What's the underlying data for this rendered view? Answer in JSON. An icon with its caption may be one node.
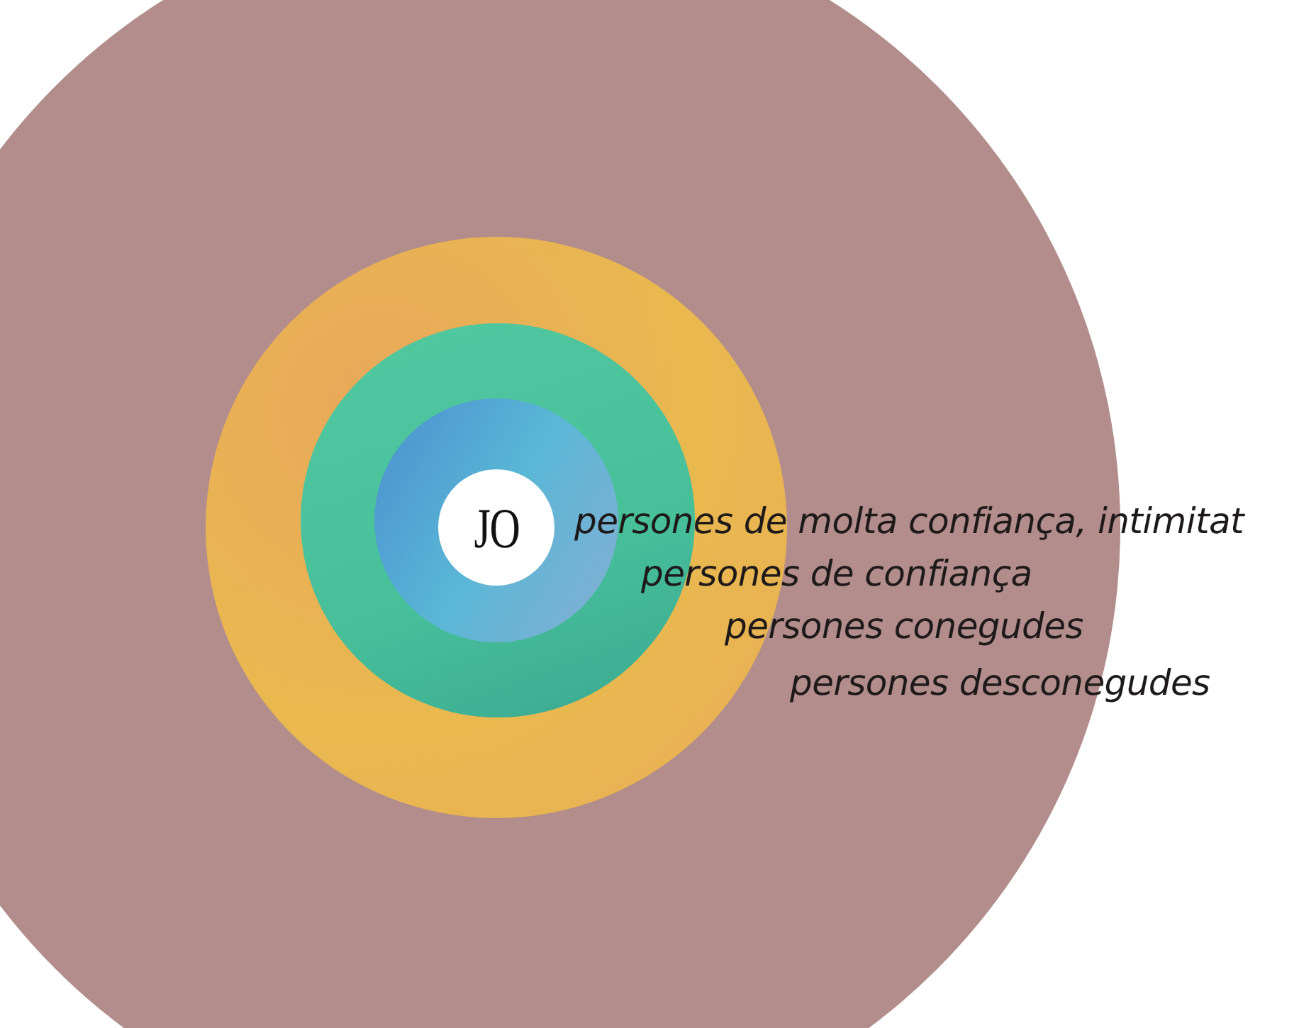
{
  "diagram": {
    "nodes": [
      {
        "text": [],
        "shape": "circle"
      },
      {
        "text": [],
        "shape": "circle",
        "in": 0
      },
      {
        "text": [],
        "shape": "circle",
        "in": 1
      },
      {
        "text": [],
        "shape": "circle",
        "in": 2
      },
      {
        "text": [
          "JO"
        ],
        "in": 3
      }
    ],
    "edges": [],
    "labels": [
      "persones de molta confiança, intimitat",
      "persones de confiança",
      "persones conegudes",
      "persones desconegudes"
    ]
  }
}
